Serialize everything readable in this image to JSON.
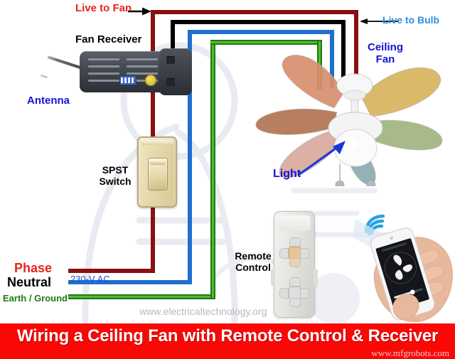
{
  "banner": {
    "title": "Wiring a Ceiling Fan with Remote Control & Receiver",
    "site": "www.mfgrobots.com",
    "bg_color": "#fa0806",
    "text_color": "#ffffff"
  },
  "watermark": {
    "site": "www.electricaltechnology.org"
  },
  "labels": {
    "live_to_fan": "Live to Fan",
    "live_to_bulb": "Live to Bulb",
    "fan_receiver": "Fan Receiver",
    "antenna": "Antenna",
    "ceiling_fan_line1": "Ceiling",
    "ceiling_fan_line2": "Fan",
    "spst_line1": "SPST",
    "spst_line2": "Switch",
    "light": "Light",
    "remote_line1": "Remote",
    "remote_line2": "Control",
    "phase": "Phase",
    "neutral": "Neutral",
    "earth_ground": "Earth / Ground",
    "voltage": "230-V AC"
  },
  "label_colors": {
    "live_to_fan": "#e8231a",
    "live_to_bulb": "#2f8fe0",
    "fan_receiver": "#000000",
    "antenna": "#1414d8",
    "ceiling_fan": "#1414d8",
    "spst": "#000000",
    "light": "#1414d8",
    "remote": "#000000",
    "phase": "#e8231a",
    "neutral": "#000000",
    "earth_ground": "#1f7a12",
    "voltage": "#1f4fd8"
  },
  "wires": [
    {
      "name": "phase-live-to-fan",
      "color": "#8b0f10",
      "label": "Phase"
    },
    {
      "name": "live-to-bulb",
      "color": "#000000",
      "label": "Live to Bulb"
    },
    {
      "name": "neutral",
      "color": "#1f6fd0",
      "label": "Neutral"
    },
    {
      "name": "earth-ground",
      "color": "#1f7a12",
      "label": "Earth / Ground"
    }
  ],
  "components": [
    {
      "name": "fan-receiver",
      "label": "Fan Receiver"
    },
    {
      "name": "spst-switch",
      "label": "SPST Switch"
    },
    {
      "name": "ceiling-fan",
      "label": "Ceiling Fan"
    },
    {
      "name": "remote-control",
      "label": "Remote Control"
    },
    {
      "name": "smartphone",
      "label": "Smartphone"
    }
  ],
  "fan": {
    "blade_colors": [
      "#d98f6e",
      "#b0724e",
      "#d9b45f",
      "#9fb37e",
      "#85a8ae",
      "#d9a89c"
    ],
    "body_color": "#f4f4f4"
  }
}
